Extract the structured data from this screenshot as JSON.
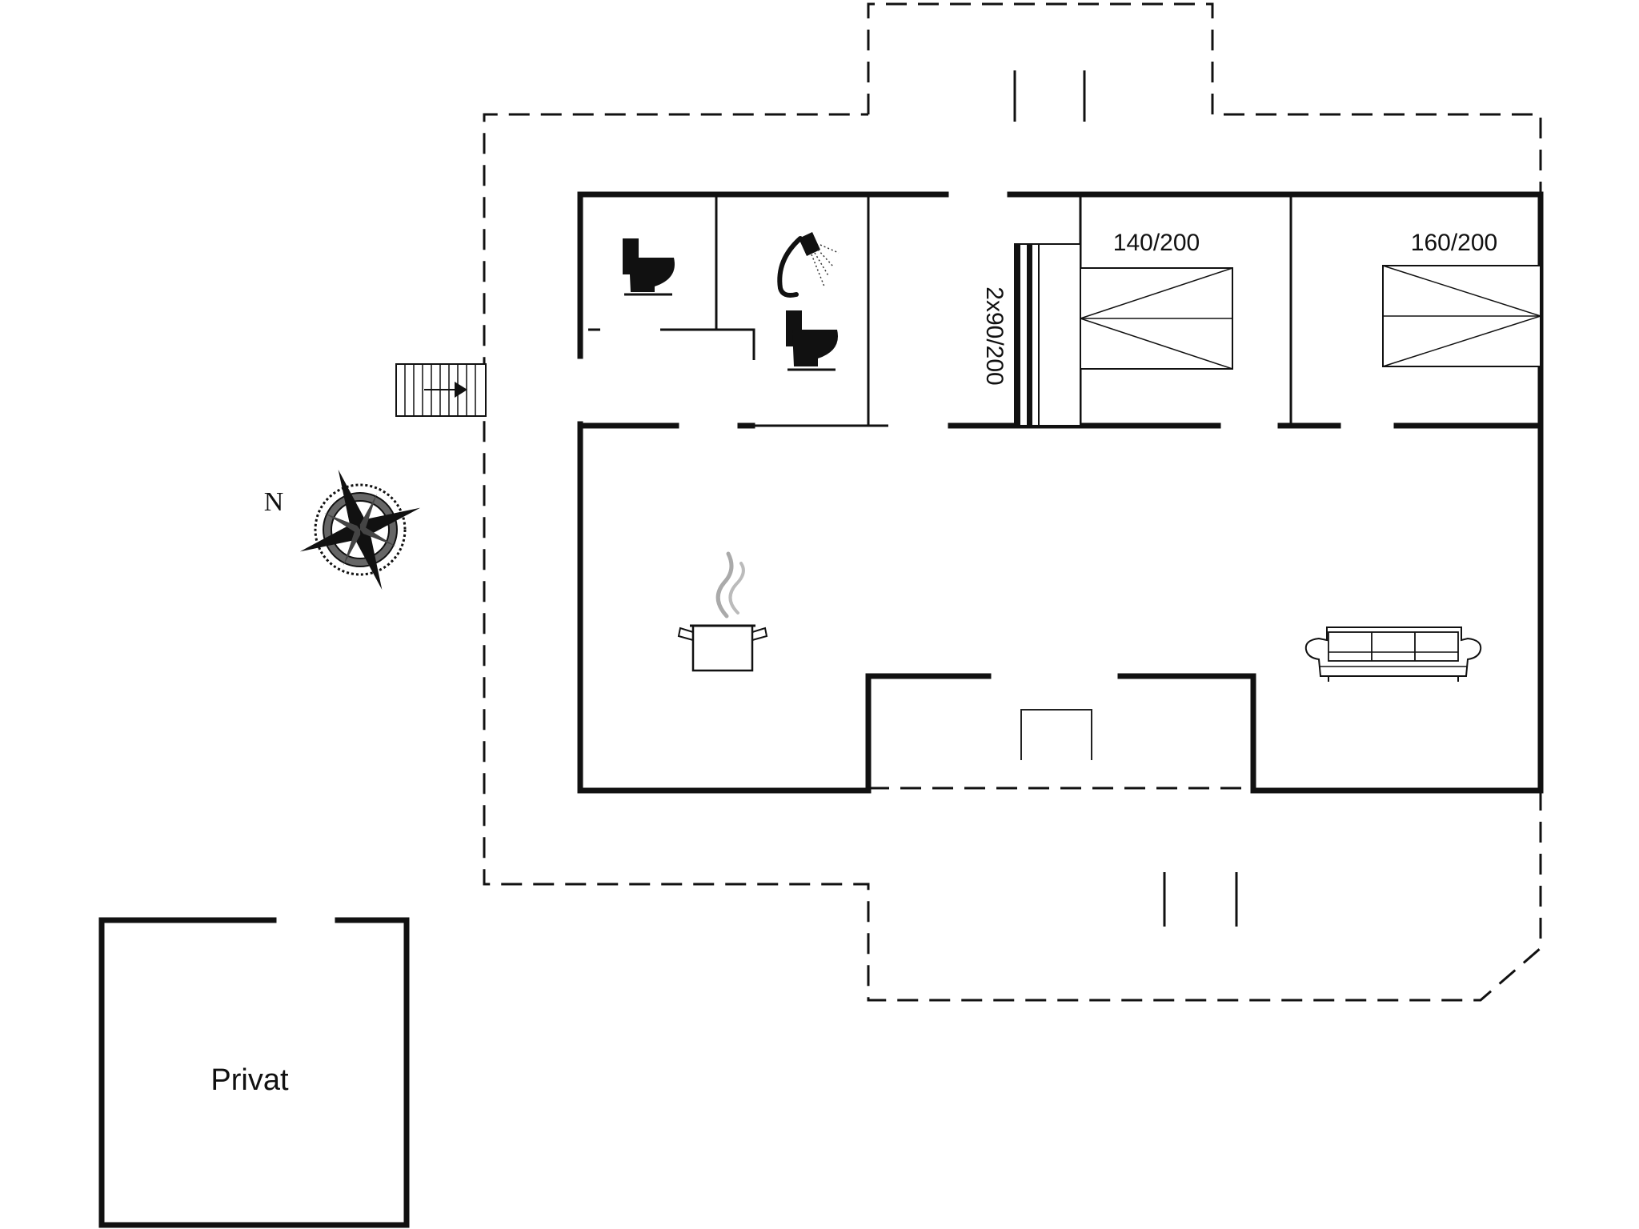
{
  "beds": {
    "bed_140": "140/200",
    "bed_160": "160/200",
    "bunk": "2x90/200"
  },
  "annex": {
    "label": "Privat"
  },
  "compass": {
    "north": "N"
  },
  "icons": [
    "toilet-icon",
    "shower-icon",
    "toilet-icon",
    "stairs-icon",
    "compass-rose-icon",
    "cooking-pot-icon",
    "sofa-icon"
  ]
}
